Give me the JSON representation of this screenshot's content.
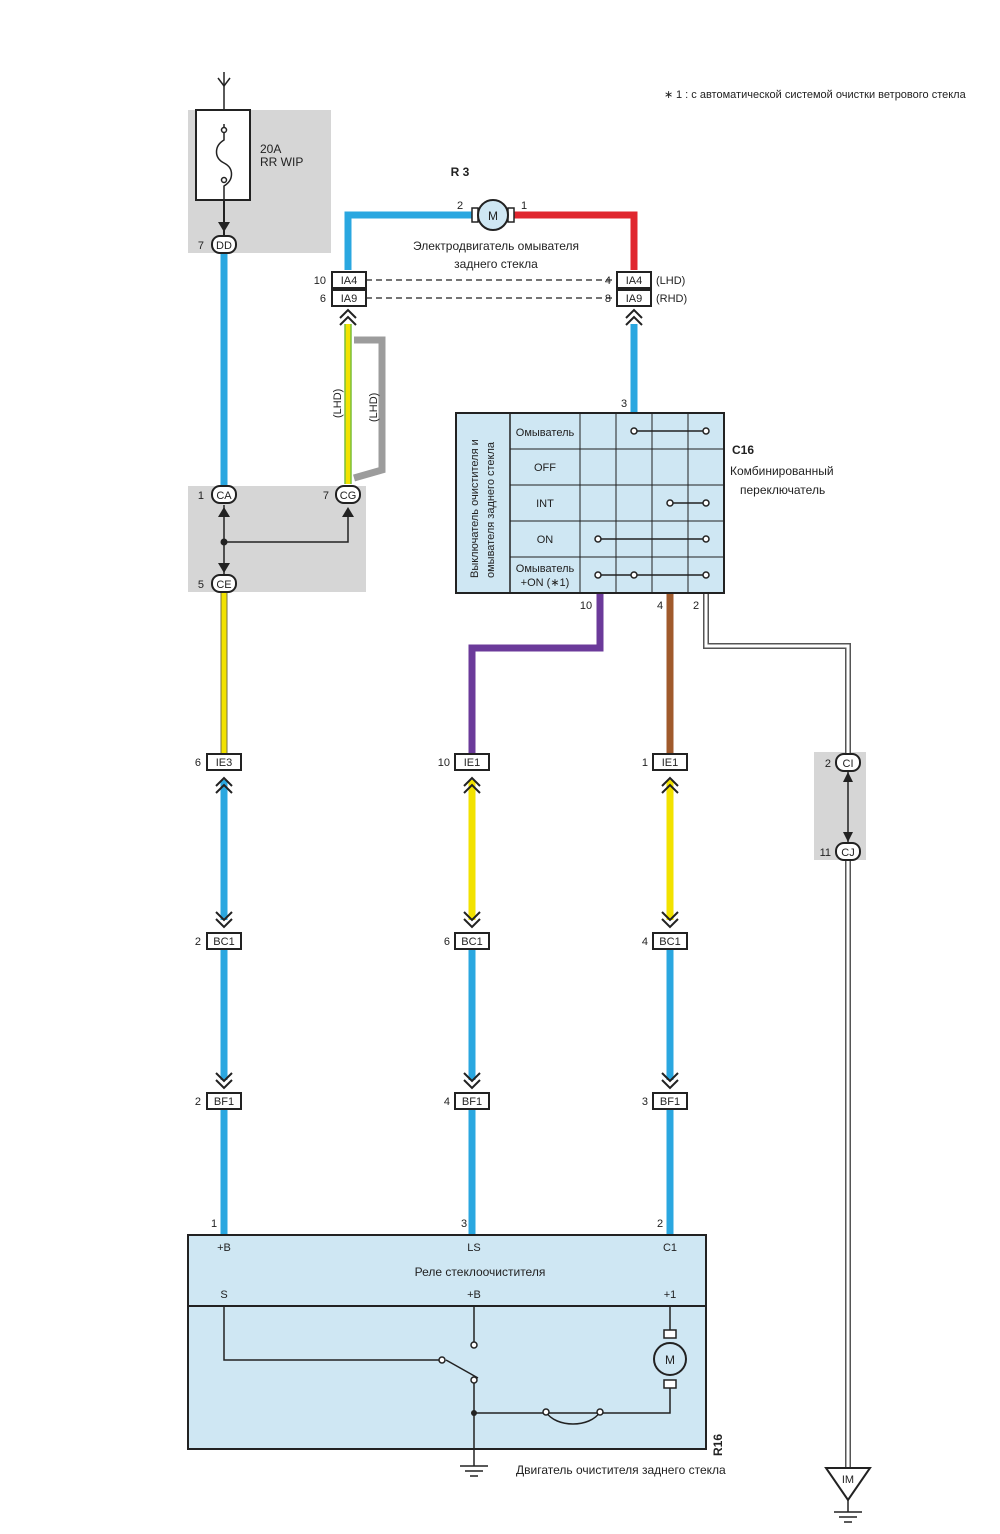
{
  "note": {
    "star": "∗",
    "text": "1 : с автоматической системой очистки ветрового стекла"
  },
  "fuse": {
    "rating": "20A",
    "name": "RR WIP"
  },
  "washer_motor": {
    "id": "R 3",
    "symbol": "M",
    "caption_line1": "Электродвигатель омывателя",
    "caption_line2": "заднего стекла",
    "pin_left": "2",
    "pin_right": "1"
  },
  "connectors": {
    "dd": {
      "name": "DD",
      "pin": "7"
    },
    "ia4_left": {
      "name": "IA4",
      "pin": "10"
    },
    "ia9_left": {
      "name": "IA9",
      "pin": "6"
    },
    "ia4_right": {
      "name": "IA4",
      "pin": "4",
      "note": "(LHD)"
    },
    "ia9_right": {
      "name": "IA9",
      "pin": "8",
      "note": "(RHD)"
    },
    "ca": {
      "name": "CA",
      "pin": "1"
    },
    "cg": {
      "name": "CG",
      "pin": "7"
    },
    "ce": {
      "name": "CE",
      "pin": "5"
    },
    "ie3": {
      "name": "IE3",
      "pin": "6"
    },
    "ie1_mid": {
      "name": "IE1",
      "pin": "10"
    },
    "ie1_right": {
      "name": "IE1",
      "pin": "1"
    },
    "bc1_left": {
      "name": "BC1",
      "pin": "2"
    },
    "bc1_mid": {
      "name": "BC1",
      "pin": "6"
    },
    "bc1_right": {
      "name": "BC1",
      "pin": "4"
    },
    "bf1_left": {
      "name": "BF1",
      "pin": "2"
    },
    "bf1_mid": {
      "name": "BF1",
      "pin": "4"
    },
    "bf1_right": {
      "name": "BF1",
      "pin": "3"
    },
    "ci": {
      "name": "CI",
      "pin": "2"
    },
    "cj": {
      "name": "CJ",
      "pin": "11"
    }
  },
  "lhd_labels": [
    "(LHD)",
    "(LHD)"
  ],
  "switch": {
    "id": "C16",
    "name_line1": "Комбинированный",
    "name_line2": "переключатель",
    "vertical_title_line1": "Выключатель очистителя и",
    "vertical_title_line2": "омывателя заднего стекла",
    "rows": [
      "Омыватель",
      "OFF",
      "INT",
      "ON",
      "Омыватель",
      "+ON (∗1)"
    ],
    "pin_top": "3",
    "pins_bottom": [
      "10",
      "4",
      "2"
    ]
  },
  "relay": {
    "title": "Реле стеклоочистителя",
    "pins_top": [
      "+B",
      "LS",
      "C1"
    ],
    "pin_numbers": [
      "1",
      "3",
      "2"
    ],
    "inner_labels": [
      "S",
      "+B",
      "+1"
    ],
    "motor_symbol": "M",
    "id": "R16",
    "motor_caption": "Двигатель очистителя заднего стекла"
  },
  "ground": {
    "name": "IM"
  },
  "wire_colors": {
    "blue": "#2aa7e0",
    "red": "#e0262e",
    "yellow": "#f2e200",
    "purple": "#6b3a9a",
    "brown": "#a05a2c",
    "gray": "#9c9c9c",
    "green": "#7bbf3a",
    "box_fill": "#cfe7f3",
    "shade": "#d6d6d6"
  }
}
